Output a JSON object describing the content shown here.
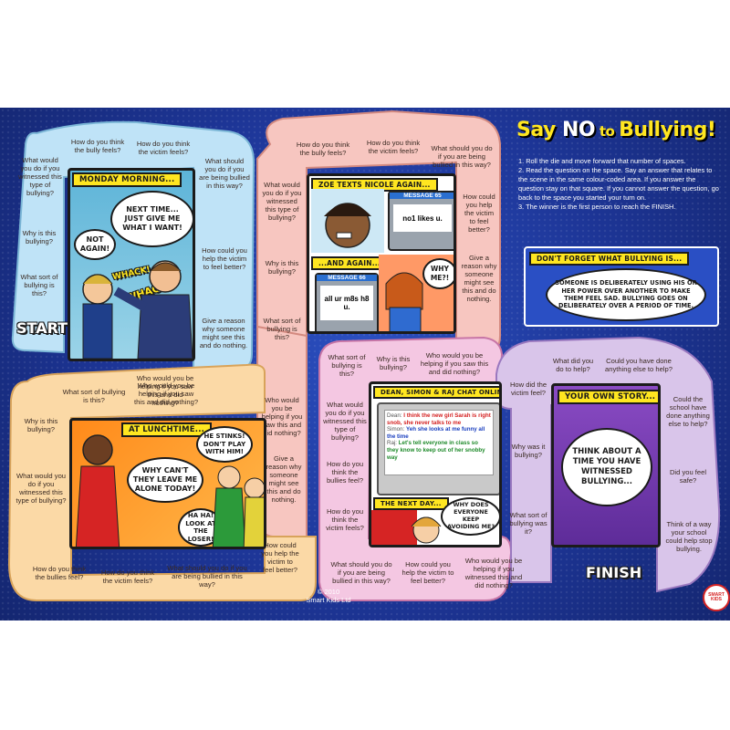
{
  "header": {
    "title_part1": "Say ",
    "title_no": "NO",
    "title_to": " to ",
    "title_part2": "Bullying!"
  },
  "rules": [
    "1. Roll the die and move forward that number of spaces.",
    "2. Read the question on the space. Say an answer that relates to the scene in the same colour-coded area. If you answer the question stay on that square. If you cannot answer the question, go back to the space you started your turn on.",
    "3. The winner is the first person to reach the FINISH."
  ],
  "definition": {
    "caption": "DON'T FORGET WHAT BULLYING IS...",
    "text": "SOMEONE IS DELIBERATELY USING HIS OR HER POWER OVER ANOTHER TO MAKE THEM FEEL SAD. BULLYING GOES ON DELIBERATELY OVER A PERIOD OF TIME."
  },
  "blue_zone": {
    "caption": "MONDAY MORNING...",
    "bubble_big": "NEXT TIME... JUST GIVE ME WHAT I WANT!",
    "bubble_small": "NOT AGAIN!",
    "sfx1": "WHACK!",
    "sfx2": "WHACK!",
    "start": "START",
    "squares": [
      "How do you think the bully feels?",
      "How do you think the victim feels?",
      "What should you do if you are being bullied in this way?",
      "How could you help the victim to feel better?",
      "Give a reason why someone might see this and do nothing.",
      "Who would you be helping if you saw this and did nothing?",
      "What would you do if you witnessed this type of bullying?",
      "Why is this bullying?",
      "What sort of bullying is this?"
    ]
  },
  "red_zone": {
    "caption1": "ZOE TEXTS NICOLE AGAIN...",
    "phone1_header": "MESSAGE 65",
    "phone1_text": "no1 likes u.",
    "caption2": "...AND AGAIN...",
    "phone2_header": "MESSAGE 66",
    "phone2_text": "all ur m8s h8 u.",
    "bubble": "WHY ME?!",
    "squares": [
      "How do you think the bully feels?",
      "How do you think the victim feels?",
      "What should you do if you are being bullied in this way?",
      "How could you help the victim to feel better?",
      "Give a reason why someone might see this and do nothing.",
      "Who would you be helping if you saw this and did nothing?",
      "What would you do if you witnessed this type of bullying?",
      "Why is this bullying?",
      "What sort of bullying is this?"
    ]
  },
  "orange_zone": {
    "caption": "AT LUNCHTIME...",
    "bubble1": "WHY CAN'T THEY LEAVE ME ALONE TODAY!",
    "bubble2": "HE STINKS! DON'T PLAY WITH HIM!",
    "bubble3": "HA HA! LOOK AT THE LOSER!",
    "squares": [
      "What sort of bullying is this?",
      "Why is this bullying?",
      "What would you do if you witnessed this type of bullying?",
      "How do you think the bullies feel?",
      "How do you think the victim feels?",
      "What should you do if you are being bullied in this way?",
      "How could you help the victim to feel better?",
      "Give a reason why someone might see this and do nothing.",
      "Who would you be helping if you saw this and did nothing?"
    ]
  },
  "pink_zone": {
    "caption": "DEAN, SIMON & RAJ CHAT ONLINE...",
    "chat": [
      {
        "who": "Dean:",
        "msg": "I think the new girl Sarah is right snob, she never talks to me",
        "color": "#d42020"
      },
      {
        "who": "Simon:",
        "msg": "Yeh she looks at me funny all the time",
        "color": "#1a3fbf"
      },
      {
        "who": "Raj:",
        "msg": "Let's tell everyone in class so they know to keep out of her snobby way",
        "color": "#1e8a2a"
      }
    ],
    "caption2": "THE NEXT DAY...",
    "bubble": "WHY DOES EVERYONE KEEP AVOIDING ME?",
    "squares": [
      "What sort of bullying is this?",
      "Who would you be helping if you saw this and did nothing?",
      "Why is this bullying?",
      "What would you do if you witnessed this type of bullying?",
      "How do you think the bullies feel?",
      "How do you think the victim feels?",
      "What should you do if you are being bullied in this way?",
      "How could you help the victim to feel better?",
      "Who would you be helping if you witnessed this and did nothing?",
      "What sort of bullying was it?",
      "Why was it bullying?"
    ]
  },
  "purple_zone": {
    "caption": "YOUR OWN STORY...",
    "bubble": "THINK ABOUT A TIME YOU HAVE WITNESSED BULLYING...",
    "finish": "FINISH",
    "squares": [
      "What did you do to help?",
      "Could you have done anything else to help?",
      "How did the victim feel?",
      "Could the school have done anything else to help?",
      "Did you feel safe?",
      "Think of a way your school could help stop bullying."
    ]
  },
  "footer": {
    "copyright": "© 2010",
    "company": "Smart Kids Ltd",
    "logo_text": "SMART KIDS"
  },
  "colors": {
    "blue": "#bfe3f7",
    "red": "#f7c6c0",
    "orange": "#fbd9a6",
    "pink": "#f4c7e2",
    "purple": "#d9c5ea",
    "title": "#ffe620"
  }
}
